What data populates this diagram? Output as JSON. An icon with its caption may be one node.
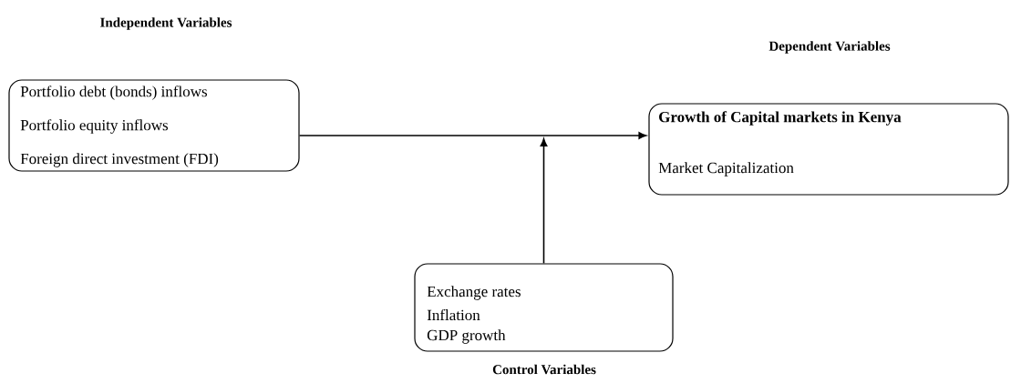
{
  "diagram": {
    "nodes": [
      {
        "text": [
          "Independent Variables",
          "Portfolio debt (bonds) inflows",
          "Portfolio equity inflows",
          "Foreign direct investment (FDI)"
        ]
      },
      {
        "text": [
          "Dependent Variables",
          "Growth of Capital markets in Kenya",
          "Market Capitalization"
        ]
      },
      {
        "text": [
          "Exchange rates",
          "Inflation",
          "GDP growth",
          "Control Variables"
        ]
      }
    ],
    "edges": [
      {
        "from": 0,
        "to": 1,
        "arrow": "to"
      },
      {
        "from": 2,
        "to": null,
        "arrow": "to"
      }
    ]
  }
}
